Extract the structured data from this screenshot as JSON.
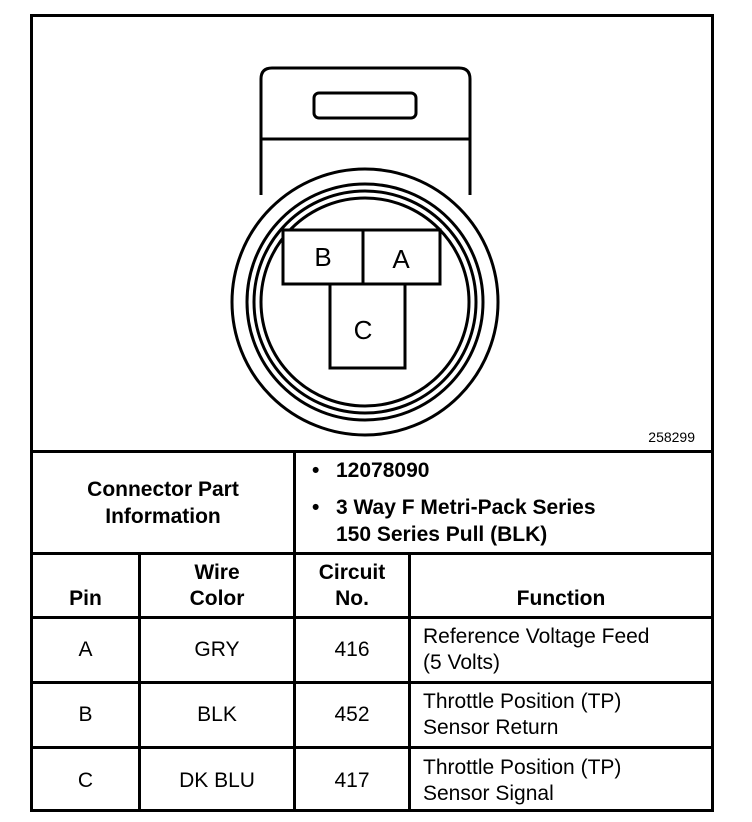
{
  "figure": {
    "id": "258299",
    "pins": [
      "B",
      "A",
      "C"
    ]
  },
  "connector_info": {
    "label_line1": "Connector Part",
    "label_line2": "Information",
    "items": [
      {
        "line1": "12078090",
        "line2": ""
      },
      {
        "line1": "3 Way F Metri-Pack Series",
        "line2": "150 Series Pull (BLK)"
      }
    ]
  },
  "table": {
    "headers": {
      "pin": "Pin",
      "wire_line1": "Wire",
      "wire_line2": "Color",
      "circuit_line1": "Circuit",
      "circuit_line2": "No.",
      "function": "Function"
    },
    "rows": [
      {
        "pin": "A",
        "wire": "GRY",
        "circuit": "416",
        "func_line1": "Reference Voltage Feed",
        "func_line2": "(5 Volts)"
      },
      {
        "pin": "B",
        "wire": "BLK",
        "circuit": "452",
        "func_line1": "Throttle Position (TP)",
        "func_line2": "Sensor Return"
      },
      {
        "pin": "C",
        "wire": "DK BLU",
        "circuit": "417",
        "func_line1": "Throttle Position (TP)",
        "func_line2": "Sensor Signal"
      }
    ]
  }
}
